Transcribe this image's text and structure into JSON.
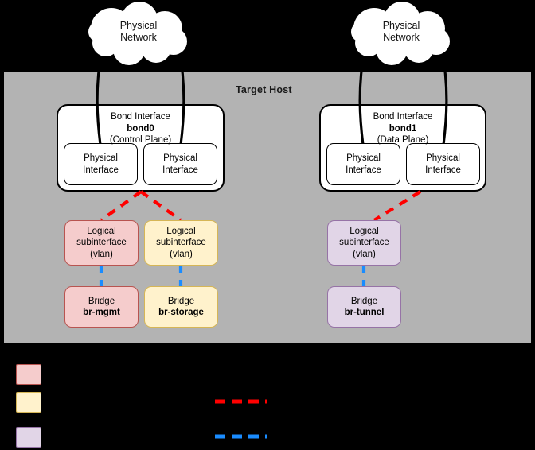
{
  "host": {
    "title": "Target Host",
    "background_color": "#b3b3b3"
  },
  "clouds": [
    {
      "id": "cloud-left",
      "line1": "Physical",
      "line2": "Network"
    },
    {
      "id": "cloud-right",
      "line1": "Physical",
      "line2": "Network"
    }
  ],
  "bonds": [
    {
      "id": "bond0",
      "title": "Bond Interface",
      "name": "bond0",
      "role": "(Control Plane)",
      "interfaces": [
        {
          "line1": "Physical",
          "line2": "Interface"
        },
        {
          "line1": "Physical",
          "line2": "Interface"
        }
      ]
    },
    {
      "id": "bond1",
      "title": "Bond Interface",
      "name": "bond1",
      "role": "(Data Plane)",
      "interfaces": [
        {
          "line1": "Physical",
          "line2": "Interface"
        },
        {
          "line1": "Physical",
          "line2": "Interface"
        }
      ]
    }
  ],
  "subinterfaces": [
    {
      "id": "vlan-mgmt",
      "line1": "Logical",
      "line2": "subinterface",
      "line3": "(vlan)",
      "fill": "#f5cccc",
      "stroke": "#b85450"
    },
    {
      "id": "vlan-storage",
      "line1": "Logical",
      "line2": "subinterface",
      "line3": "(vlan)",
      "fill": "#fff2cc",
      "stroke": "#d6b656"
    },
    {
      "id": "vlan-tunnel",
      "line1": "Logical",
      "line2": "subinterface",
      "line3": "(vlan)",
      "fill": "#e1d5e7",
      "stroke": "#9673a6"
    }
  ],
  "bridges": [
    {
      "id": "br-mgmt",
      "label": "Bridge",
      "name": "br-mgmt",
      "fill": "#f5cccc",
      "stroke": "#b85450"
    },
    {
      "id": "br-storage",
      "label": "Bridge",
      "name": "br-storage",
      "fill": "#fff2cc",
      "stroke": "#d6b656"
    },
    {
      "id": "br-tunnel",
      "label": "Bridge",
      "name": "br-tunnel",
      "fill": "#e1d5e7",
      "stroke": "#9673a6"
    }
  ],
  "legend": {
    "swatches": [
      {
        "id": "legend-mgmt",
        "label": "",
        "fill": "#f5cccc",
        "stroke": "#b85450"
      },
      {
        "id": "legend-storage",
        "label": "",
        "fill": "#fff2cc",
        "stroke": "#d6b656"
      },
      {
        "id": "legend-tunnel",
        "label": "",
        "fill": "#e1d5e7",
        "stroke": "#9673a6"
      }
    ],
    "lines": [
      {
        "id": "legend-vlan-link",
        "label": "",
        "color": "#ff0000"
      },
      {
        "id": "legend-bridge-link",
        "label": "",
        "color": "#1a8cff"
      }
    ]
  },
  "colors": {
    "vlan_link": "#ff0000",
    "bridge_link": "#1a8cff",
    "outline": "#000000",
    "canvas": "#000000"
  }
}
